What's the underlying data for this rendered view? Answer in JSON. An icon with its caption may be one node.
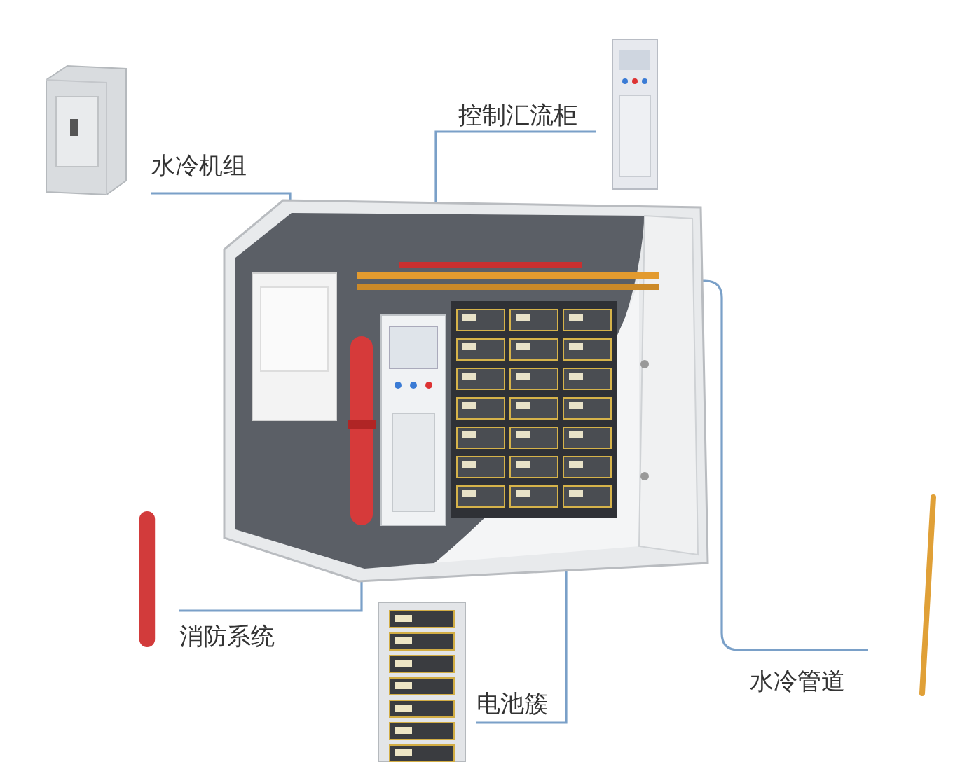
{
  "diagram": {
    "nodes": [
      {
        "text": [],
        "shape": "picture"
      },
      {
        "text": [],
        "shape": "box",
        "in": 0
      },
      {
        "text": [],
        "shape": "cylinder",
        "in": 0
      },
      {
        "text": [],
        "shape": "box",
        "in": 0
      },
      {
        "text": [],
        "shape": "box",
        "in": 0
      },
      {
        "text": [],
        "shape": "picture",
        "in": 0
      },
      {
        "text": [],
        "shape": "picture"
      },
      {
        "text": [
          "水冷机组"
        ]
      },
      {
        "text": [],
        "shape": "picture"
      },
      {
        "text": [
          "控制汇流柜"
        ]
      },
      {
        "text": [],
        "shape": "cylinder"
      },
      {
        "text": [
          "消防系统"
        ]
      },
      {
        "text": [],
        "shape": "picture"
      },
      {
        "text": [
          "电池簇"
        ]
      },
      {
        "text": [],
        "shape": "picture"
      },
      {
        "text": [
          "水冷管道"
        ]
      }
    ],
    "edges": [
      {
        "from": 7,
        "to": 1,
        "arrow": "none"
      },
      {
        "from": 9,
        "to": 3,
        "arrow": "none"
      },
      {
        "from": 11,
        "to": 2,
        "arrow": "none"
      },
      {
        "from": 13,
        "to": 4,
        "arrow": "none"
      },
      {
        "from": 15,
        "to": 5,
        "arrow": "none"
      }
    ]
  }
}
